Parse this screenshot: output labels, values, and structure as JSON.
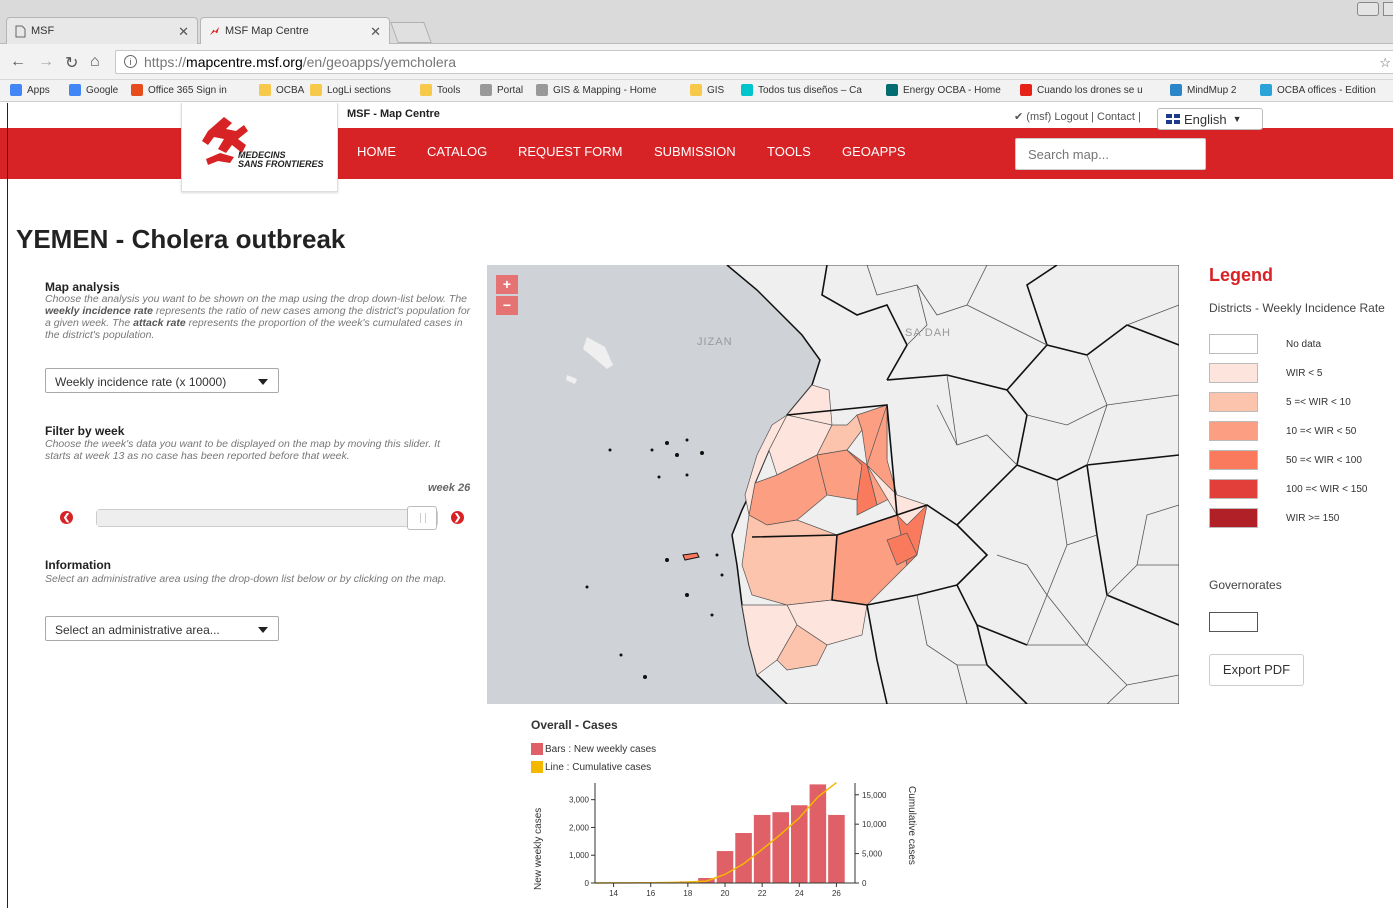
{
  "browser": {
    "tabs": [
      {
        "label": "MSF",
        "active": false
      },
      {
        "label": "MSF Map Centre",
        "active": true
      }
    ],
    "url_scheme": "https://",
    "url_host": "mapcentre.msf.org",
    "url_path": "/en/geoapps/yemcholera",
    "bookmarks": [
      {
        "label": "Apps",
        "icon": "apps-grid-icon",
        "color": "#4285f4"
      },
      {
        "label": "Google",
        "icon": "google-icon",
        "color": "#4285f4"
      },
      {
        "label": "Office 365 Sign in",
        "icon": "office-icon",
        "color": "#e74c1c"
      },
      {
        "label": "OCBA",
        "icon": "folder-icon",
        "color": "#f6c94b"
      },
      {
        "label": "LogLi sections",
        "icon": "folder-icon",
        "color": "#f6c94b"
      },
      {
        "label": "Tools",
        "icon": "folder-icon",
        "color": "#f6c94b"
      },
      {
        "label": "Portal",
        "icon": "ole-icon",
        "color": "#999999"
      },
      {
        "label": "GIS & Mapping - Home",
        "icon": "ole-icon",
        "color": "#999999"
      },
      {
        "label": "GIS",
        "icon": "folder-icon",
        "color": "#f6c94b"
      },
      {
        "label": "Todos tus diseños – Ca",
        "icon": "canva-icon",
        "color": "#00c4cc"
      },
      {
        "label": "Energy OCBA - Home",
        "icon": "sharepoint-icon",
        "color": "#036c70"
      },
      {
        "label": "Cuando los drones se u",
        "icon": "youtube-icon",
        "color": "#e62117"
      },
      {
        "label": "MindMup 2",
        "icon": "mindmup-icon",
        "color": "#2a86c8"
      },
      {
        "label": "OCBA offices - Edition",
        "icon": "doc-icon",
        "color": "#2aa4d8"
      }
    ]
  },
  "site": {
    "name": "MSF - Map Centre",
    "user_links": "(msf) Logout | Contact |",
    "language": "English",
    "logo_line1": "MEDECINS",
    "logo_line2": "SANS FRONTIERES",
    "nav": [
      "HOME",
      "CATALOG",
      "REQUEST FORM",
      "SUBMISSION",
      "TOOLS",
      "GEOAPPS"
    ],
    "search_placeholder": "Search map...",
    "accent": "#d72226"
  },
  "page": {
    "title": "YEMEN - Cholera outbreak",
    "map_analysis": {
      "heading": "Map analysis",
      "desc_1": "Choose the analysis you want to be shown on the map using the drop down-list below. The ",
      "desc_b1": "weekly incidence rate",
      "desc_2": " represents the ratio of new cases among the district's population for a given week. The ",
      "desc_b2": "attack rate",
      "desc_3": " represents the proportion of the week's cumulated cases in the district's population.",
      "select_value": "Weekly incidence rate (x 10000)"
    },
    "filter": {
      "heading": "Filter by week",
      "desc": "Choose the week's data you want to be displayed on the map by moving this slider. It starts at week 13 as no case has been reported before that week.",
      "week_label": "week 26",
      "week_min": 13,
      "week_max": 26,
      "week_value": 26
    },
    "information": {
      "heading": "Information",
      "desc": "Select an administrative area using the drop-down list below or by clicking on the map.",
      "select_value": "Select an administrative area..."
    },
    "map": {
      "labels": [
        "JIZAN",
        "SA'DAH"
      ],
      "zoom_in": "+",
      "zoom_out": "−"
    },
    "legend": {
      "title": "Legend",
      "subtitle": "Districts - Weekly Incidence Rate",
      "items": [
        {
          "label": "No data",
          "color": "#ffffff"
        },
        {
          "label": "WIR < 5",
          "color": "#fde4dc"
        },
        {
          "label": "5 =< WIR < 10",
          "color": "#fcc4ad"
        },
        {
          "label": "10 =< WIR < 50",
          "color": "#fb9e82"
        },
        {
          "label": "50 =< WIR < 100",
          "color": "#f97a5d"
        },
        {
          "label": "100 =< WIR < 150",
          "color": "#e23e3a"
        },
        {
          "label": "WIR >= 150",
          "color": "#b11f27"
        }
      ],
      "gov_title": "Governorates",
      "export": "Export PDF"
    }
  },
  "chart_data": {
    "type": "bar",
    "title": "Overall - Cases",
    "legend": [
      "Bars : New weekly cases",
      "Line : Cumulative cases"
    ],
    "colors": {
      "bars": "#e06068",
      "line": "#f5b800"
    },
    "ylabel": "New weekly cases",
    "y2label": "Cumulative cases",
    "x": [
      13,
      14,
      15,
      16,
      17,
      18,
      19,
      20,
      21,
      22,
      23,
      24,
      25,
      26
    ],
    "values": [
      5,
      10,
      15,
      20,
      30,
      60,
      180,
      1150,
      1800,
      2450,
      2550,
      2800,
      3550,
      2450
    ],
    "cumulative": [
      5,
      15,
      30,
      50,
      80,
      140,
      320,
      1470,
      3270,
      5720,
      8270,
      11070,
      14620,
      17070
    ],
    "ylim": [
      0,
      3600
    ],
    "y2lim": [
      0,
      17000
    ],
    "yticks": [
      "0",
      "1,000",
      "2,000",
      "3,000"
    ],
    "y2ticks": [
      "0",
      "5,000",
      "10,000",
      "15,000"
    ],
    "xticks": [
      "14",
      "16",
      "18",
      "20",
      "22",
      "24",
      "26"
    ]
  }
}
